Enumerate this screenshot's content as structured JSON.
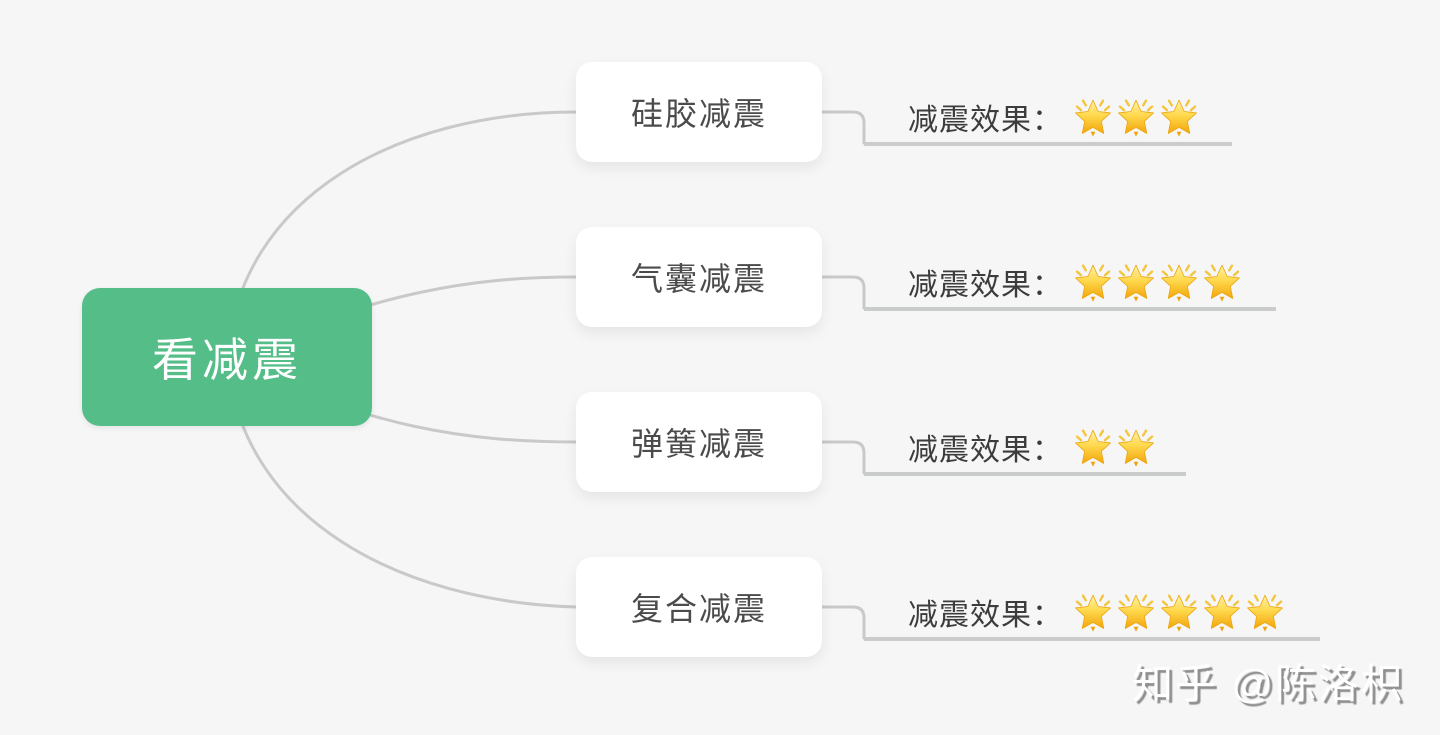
{
  "root": {
    "label": "看减震"
  },
  "branches": [
    {
      "label": "硅胶减震",
      "effect_label": "减震效果：",
      "stars": 3
    },
    {
      "label": "气囊减震",
      "effect_label": "减震效果：",
      "stars": 4
    },
    {
      "label": "弹簧减震",
      "effect_label": "减震效果：",
      "stars": 2
    },
    {
      "label": "复合减震",
      "effect_label": "减震效果：",
      "stars": 5
    }
  ],
  "watermark": {
    "text": "知乎 @陈洛枳"
  },
  "icons": {
    "star": "glowing-star"
  },
  "colors": {
    "background": "#F6F6F6",
    "root_bg": "#55BD88",
    "root_text": "#FFFFFF",
    "branch_bg": "#FFFFFF",
    "branch_text": "#4B4B4B",
    "connector": "#C9C9C9",
    "annotation_text": "#3C3C3C",
    "star_gold": "#F2A50C"
  }
}
